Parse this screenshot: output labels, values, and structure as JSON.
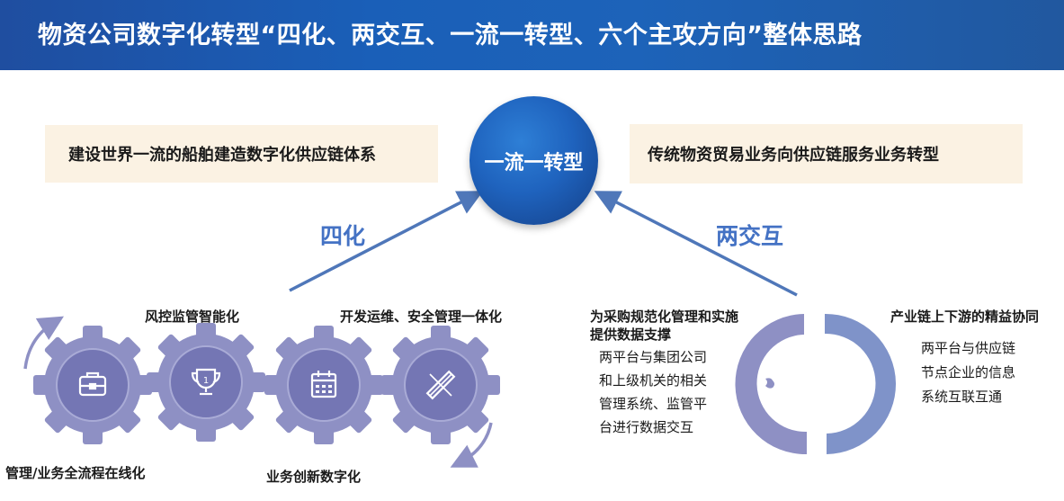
{
  "banner": {
    "title": "物资公司数字化转型“四化、两交互、一流一转型、六个主攻方向”整体思路"
  },
  "goals": {
    "left": "建设世界一流的船舶建造数字化供应链体系",
    "right": "传统物资贸易业务向供应链服务业务转型"
  },
  "center": {
    "label": "一流一转型"
  },
  "arrows": {
    "left_label": "四化",
    "right_label": "两交互"
  },
  "four_modernizations": {
    "items": [
      {
        "label": "管理/业务全流程在线化",
        "icon": "briefcase-icon"
      },
      {
        "label": "风控监管智能化",
        "icon": "trophy-icon"
      },
      {
        "label": "业务创新数字化",
        "icon": "calendar-icon"
      },
      {
        "label": "开发运维、安全管理一体化",
        "icon": "ruler-pencil-icon"
      }
    ],
    "gear_color": "#8e90c4"
  },
  "two_interactions": {
    "left_title_line1": "为采购规范化管理和实施",
    "left_title_line2": "提供数据支撑",
    "left_desc": [
      "两平台与集团公司",
      "和上级机关的相关",
      "管理系统、监管平",
      "台进行数据交互"
    ],
    "left_icon": "globe-icon",
    "right_title": "产业链上下游的精益协同",
    "right_desc": [
      "两平台与供应链",
      "节点企业的信息",
      "系统互联互通"
    ],
    "right_icon": "camera-icon"
  },
  "colors": {
    "accent": "#4472c4",
    "banner": "#1f5bb0",
    "goal_box": "#fbf2e3"
  }
}
